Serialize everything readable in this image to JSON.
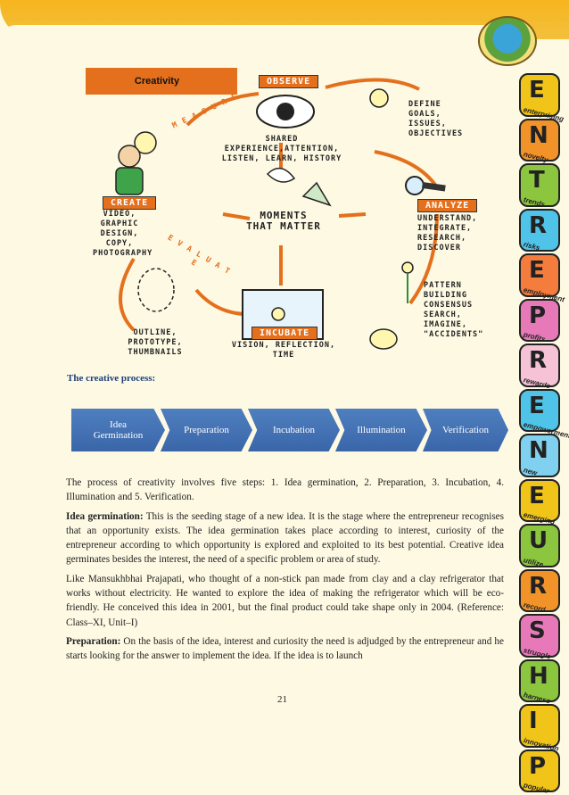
{
  "diagram": {
    "title": "Creativity",
    "observe": "OBSERVE",
    "observe_text": [
      "SHARED EXPERIENCE,ATTENTION,",
      "LISTEN, LEARN, HISTORY"
    ],
    "define_text": [
      "DEFINE",
      "GOALS,",
      "ISSUES,",
      "OBJECTIVES"
    ],
    "measure": "M E A S U R E",
    "create": "CREATE",
    "create_text": [
      "VIDEO,",
      "GRAPHIC",
      "DESIGN,",
      "COPY,",
      "PHOTOGRAPHY"
    ],
    "moments": [
      "MOMENTS",
      "THAT MATTER"
    ],
    "analyze": "ANALYZE",
    "analyze_text": [
      "UNDERSTAND,",
      "INTEGRATE,",
      "RESEARCH,",
      "DISCOVER"
    ],
    "evaluate": "E V A L U A T E",
    "pattern_text": [
      "PATTERN",
      "BUILDING",
      "CONSENSUS",
      "SEARCH,",
      "IMAGINE,",
      "\"ACCIDENTS\""
    ],
    "outline_text": [
      "OUTLINE,",
      "PROTOTYPE,",
      "THUMBNAILS"
    ],
    "incubate": "INCUBATE",
    "incubate_text": [
      "VISION, REFLECTION,",
      "TIME"
    ]
  },
  "heading": "The creative process:",
  "process_steps": [
    "Idea Germination",
    "Preparation",
    "Incubation",
    "Illumination",
    "Verification"
  ],
  "paragraphs": {
    "intro": "The process of creativity involves five steps: 1. Idea germination, 2. Preparation, 3. Incubation, 4. Illumination and 5. Verification.",
    "germ_label": "Idea germination:",
    "germ_text": " This is the seeding stage of a new idea. It is the stage where the entrepreneur recognises that an opportunity exists. The idea germination takes place according to interest, curiosity of the entrepreneur according to which opportunity is explored and exploited to its best potential. Creative idea germinates besides the interest, the need of a specific problem or area of study.",
    "example": "Like Mansukhbhai Prajapati, who thought of a non-stick pan made from clay and a clay refrigerator that works without electricity. He wanted to explore the idea of making the refrigerator which will be eco-friendly. He conceived this idea in 2001, but the final product could take shape only in 2004. (Reference: Class–XI, Unit–I)",
    "prep_label": "Preparation:",
    "prep_text": " On the basis of the idea, interest and curiosity the need is adjudged by the entrepreneur and he starts looking for the answer to implement the idea. If the idea is to launch"
  },
  "page_number": "21",
  "ribbon": [
    {
      "letter": "E",
      "word": "enterprising",
      "color": "#f0c419"
    },
    {
      "letter": "N",
      "word": "novelty",
      "color": "#f2932a"
    },
    {
      "letter": "T",
      "word": "trends",
      "color": "#8cc63f"
    },
    {
      "letter": "R",
      "word": "risks",
      "color": "#4fc3e8"
    },
    {
      "letter": "E",
      "word": "employment",
      "color": "#f47c3c"
    },
    {
      "letter": "P",
      "word": "profits",
      "color": "#e879b9"
    },
    {
      "letter": "R",
      "word": "rewards",
      "color": "#f6c2d6"
    },
    {
      "letter": "E",
      "word": "empowerment",
      "color": "#4fc3e8"
    },
    {
      "letter": "N",
      "word": "new",
      "color": "#7fd1ef"
    },
    {
      "letter": "E",
      "word": "emerging",
      "color": "#f0c419"
    },
    {
      "letter": "U",
      "word": "utilize",
      "color": "#8cc63f"
    },
    {
      "letter": "R",
      "word": "record",
      "color": "#f2932a"
    },
    {
      "letter": "S",
      "word": "struggle",
      "color": "#e879b9"
    },
    {
      "letter": "H",
      "word": "harness",
      "color": "#8cc63f"
    },
    {
      "letter": "I",
      "word": "innovation",
      "color": "#f0c419"
    },
    {
      "letter": "P",
      "word": "popular",
      "color": "#f0c419"
    }
  ],
  "colors": {
    "accent_orange": "#e4701d",
    "chevron_blue": "#3a66a8",
    "heading_blue": "#1e3f7a",
    "top_bar": "#f6b51e"
  }
}
